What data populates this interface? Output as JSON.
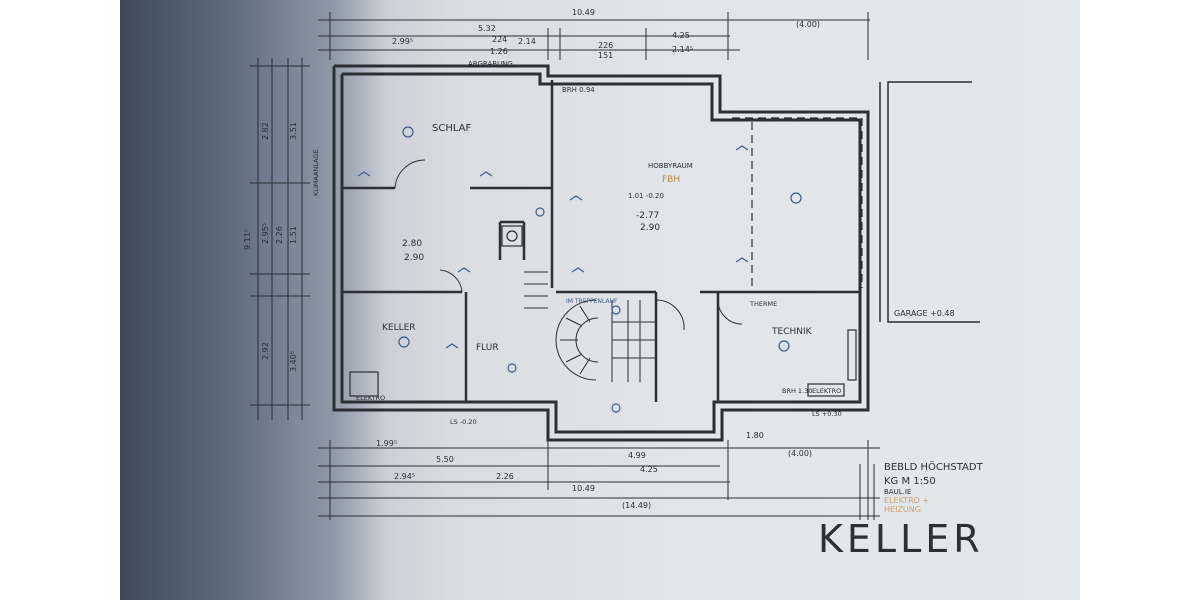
{
  "drawing": {
    "big_label": "KELLER",
    "title_block": {
      "line1": "BEBLD HÖCHSTADT",
      "line2": "KG M 1:50",
      "line3": "BAUL.IE",
      "line4": "ELEKTRO +",
      "line5": "HEIZUNG"
    },
    "rooms": {
      "schlaf": "SCHLAF",
      "hobbyraum": "HOBBYRAUM",
      "fbh": "FBH",
      "keller": "KELLER",
      "flur": "FLUR",
      "technik": "TECHNIK",
      "garage": "GARAGE +0.48",
      "treppe": "IM TREPPENLAUF"
    },
    "top_dims": {
      "d1": "10.49",
      "d2": "(4.00)",
      "d3": "5.32",
      "d4": "2.99⁵",
      "d5": "2.14",
      "d6": "4.25",
      "d7": "2.14⁵",
      "d8": "224",
      "d9": "1.26",
      "d10": "226",
      "d11": "151"
    },
    "left_dims": {
      "l1": "9.11⁵",
      "l2": "2.82",
      "l3": "3.51",
      "l4": "2.95⁵",
      "l5": "2.26",
      "l6": "1.51",
      "l7": "2.92",
      "l8": "3.40⁵"
    },
    "bottom_dims": {
      "b1": "1.99⁵",
      "b2": "5.50",
      "b3": "2.94⁵",
      "b4": "4.25",
      "b5": "2.26",
      "b6": "10.49",
      "b7": "(14.49)",
      "b8": "4.99",
      "b9": "(4.00)",
      "b10": "1.80"
    },
    "notes": {
      "n1": "ABGRABUNG",
      "n2": "BRH 0.94",
      "n3": "-2.77",
      "n4": "2.90",
      "n5": "2.80",
      "n6": "2.90",
      "n7": "1.01 -0.20",
      "n8": "ELEKTRO",
      "n9": "BRH 1.30",
      "n10": "ELEKTRO",
      "n11": "LS +0.30",
      "n12": "LS -0.20",
      "n13": "KLIMAANLAGE",
      "n14": "THERME"
    }
  }
}
